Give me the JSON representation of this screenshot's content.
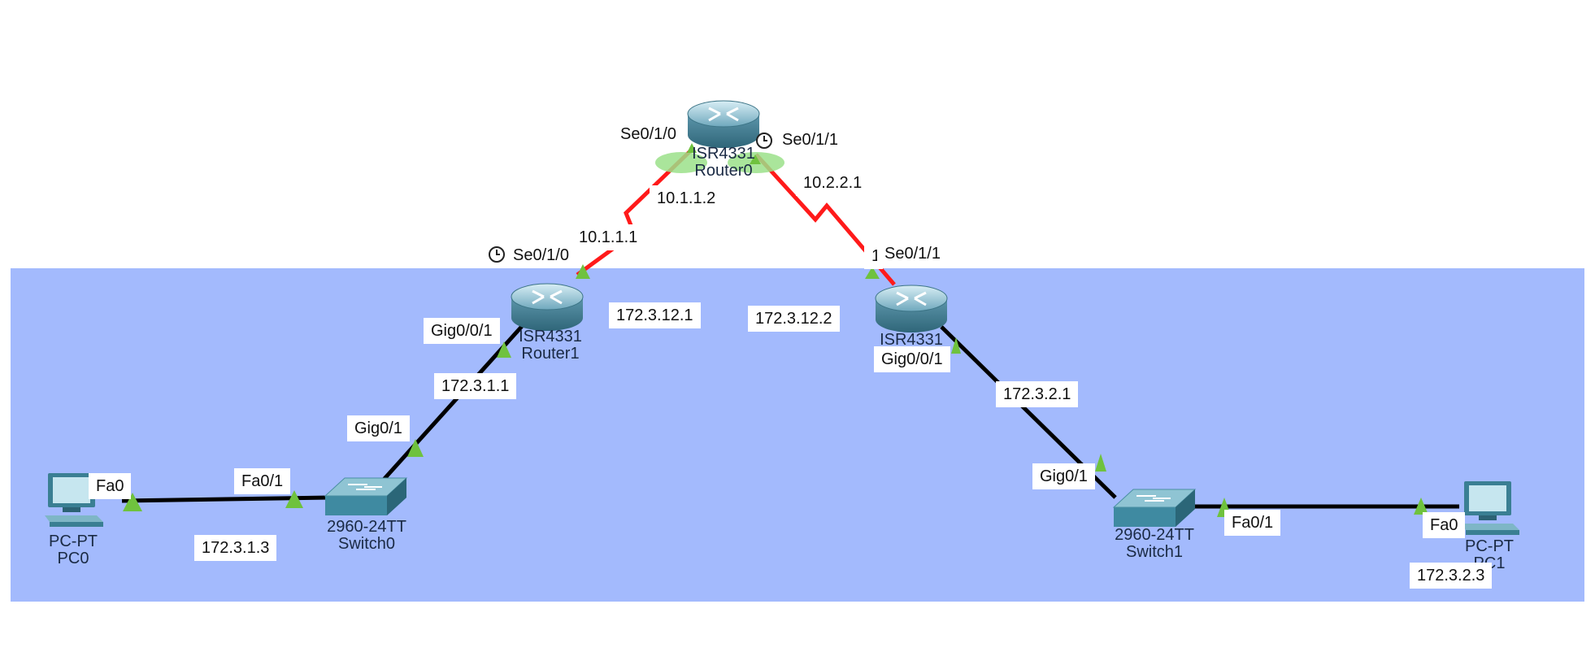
{
  "colors": {
    "background": "#ffffff",
    "lan_region": "#a3bafd",
    "serial_link": "#ff1a1a",
    "ethernet_link": "#000000",
    "link_up_marker": "#6fc23e",
    "label_box": "#ffffff"
  },
  "devices": {
    "router0": {
      "model": "ISR4331",
      "name": "Router0",
      "icon": "router-icon"
    },
    "router1": {
      "model": "ISR4331",
      "name": "Router1",
      "icon": "router-icon"
    },
    "router2": {
      "model": "ISR4331",
      "name": "",
      "icon": "router-icon"
    },
    "switch0": {
      "model": "2960-24TT",
      "name": "Switch0",
      "icon": "switch-icon"
    },
    "switch1": {
      "model": "2960-24TT",
      "name": "Switch1",
      "icon": "switch-icon"
    },
    "pc0": {
      "model": "PC-PT",
      "name": "PC0",
      "icon": "pc-icon"
    },
    "pc1": {
      "model": "PC-PT",
      "name": "PC1",
      "icon": "pc-icon"
    }
  },
  "labels": {
    "r0_se010": "Se0/1/0",
    "r0_se011": "Se0/1/1",
    "r0_ip_left": "10.1.1.2",
    "r0_ip_right": "10.2.2.1",
    "r1_se010": "Se0/1/0",
    "r1_ip_serial": "10.1.1.1",
    "r1_gig001": "Gig0/0/1",
    "r1_ip_lan": "172.3.1.1",
    "r1_ip_extra": "172.3.12.1",
    "r2_se011": "Se0/1/1",
    "r2_ip_extra": "172.3.12.2",
    "r2_gig001": "Gig0/0/1",
    "r2_ip_lan": "172.3.2.1",
    "r2_stub": "1",
    "sw0_gig01": "Gig0/1",
    "sw0_fa01": "Fa0/1",
    "sw1_gig01": "Gig0/1",
    "sw1_fa01": "Fa0/1",
    "pc0_fa0": "Fa0",
    "pc0_ip": "172.3.1.3",
    "pc1_fa0": "Fa0",
    "pc1_ip": "172.3.2.3"
  }
}
